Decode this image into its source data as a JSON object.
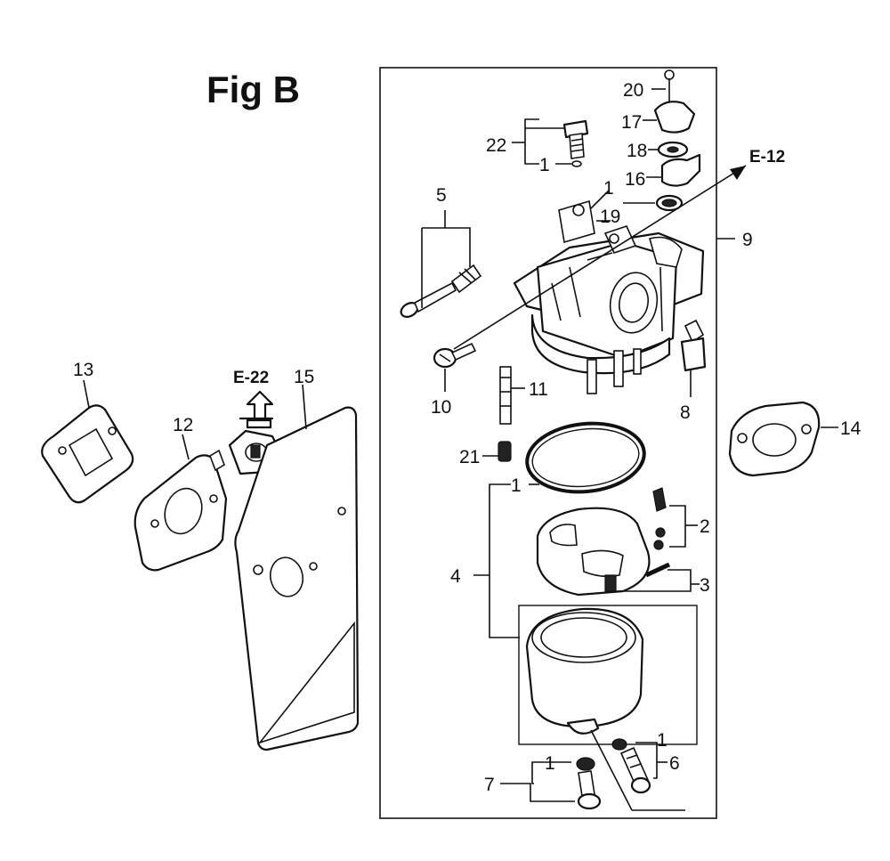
{
  "figure": {
    "title": "Fig B",
    "references": {
      "e12": "E-12",
      "e22": "E-22"
    },
    "callouts": {
      "c1a": "1",
      "c1b": "1",
      "c1c": "1",
      "c1d": "1",
      "c1e": "1",
      "c2": "2",
      "c3": "3",
      "c4": "4",
      "c5": "5",
      "c6": "6",
      "c7": "7",
      "c8": "8",
      "c9": "9",
      "c10": "10",
      "c11": "11",
      "c12": "12",
      "c13": "13",
      "c14": "14",
      "c15": "15",
      "c16": "16",
      "c17": "17",
      "c18": "18",
      "c19": "19",
      "c20": "20",
      "c21": "21",
      "c22": "22"
    }
  }
}
